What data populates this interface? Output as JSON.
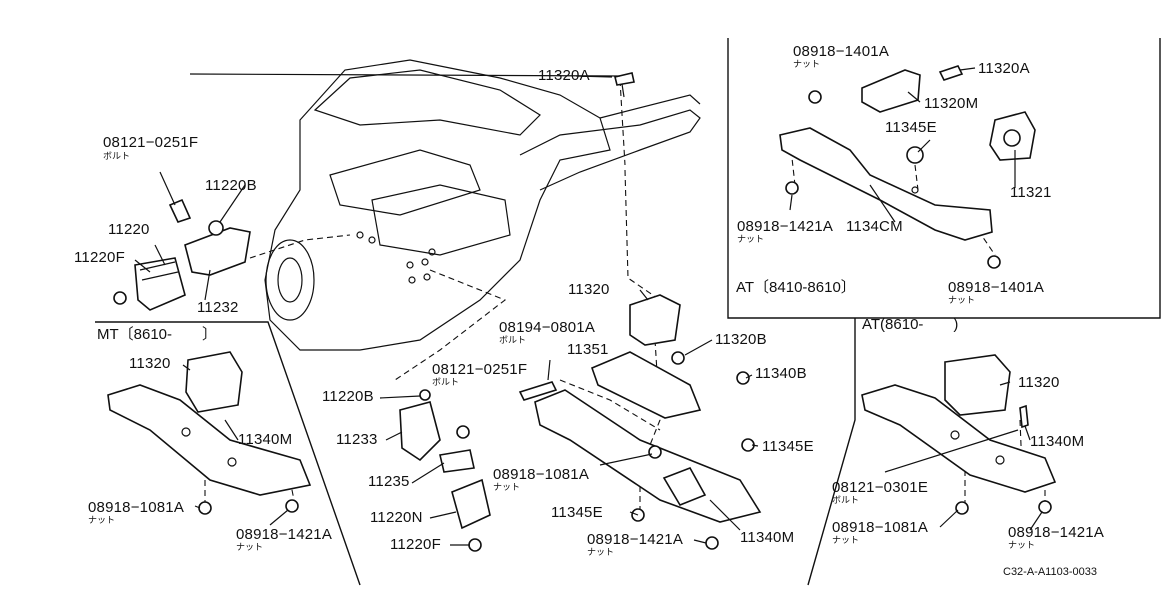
{
  "diagram": {
    "code": "C32-A-A1103-0033",
    "sections": {
      "at_early": "AT〔8410-8610〕",
      "at_late": "AT(8610-　　)",
      "mt": "MT〔8610-　　〕"
    },
    "labels": {
      "p08121_0251F_left": "08121−0251F",
      "bolt_left": "ボルト",
      "p11220B_left": "11220B",
      "p11220": "11220",
      "p11220F_left": "11220F",
      "p11232": "11232",
      "p11320A_top": "11320A",
      "p11320_center": "11320",
      "p08194_0801A": "08194−0801A",
      "bolt_center": "ボルト",
      "p11351": "11351",
      "p11320B": "11320B",
      "p11340B": "11340B",
      "p11345E_right": "11345E",
      "p08918_1081A_center": "08918−1081A",
      "nut_center1": "ナット",
      "p11345E_center": "11345E",
      "p08918_1421A_center": "08918−1421A",
      "nut_center2": "ナット",
      "p11340M_center": "11340M",
      "p08121_0251F_center": "08121−0251F",
      "bolt_center2": "ボルト",
      "p11220B_center": "11220B",
      "p11233": "11233",
      "p11235": "11235",
      "p11220N": "11220N",
      "p11220F_center": "11220F",
      "p11320_mt": "11320",
      "p11340M_mt": "11340M",
      "p08918_1081A_mt": "08918−1081A",
      "nut_mt1": "ナット",
      "p08918_1421A_mt": "08918−1421A",
      "nut_mt2": "ナット",
      "p08918_1401A_top": "08918−1401A",
      "nut_at1": "ナット",
      "p11320A_at": "11320A",
      "p11320M": "11320M",
      "p11345E_at": "11345E",
      "p11321": "11321",
      "p08918_1421A_at": "08918−1421A",
      "nut_at2": "ナット",
      "p1134CM": "1134CM",
      "p08918_1401A_bottom": "08918−1401A",
      "nut_at3": "ナット",
      "p11320_at2": "11320",
      "p11340M_at2": "11340M",
      "p08121_0301E": "08121−0301E",
      "bolt_at2": "ボルト",
      "p08918_1081A_at2": "08918−1081A",
      "nut_at4": "ナット",
      "p08918_1421A_at2": "08918−1421A",
      "nut_at5": "ナット"
    }
  }
}
